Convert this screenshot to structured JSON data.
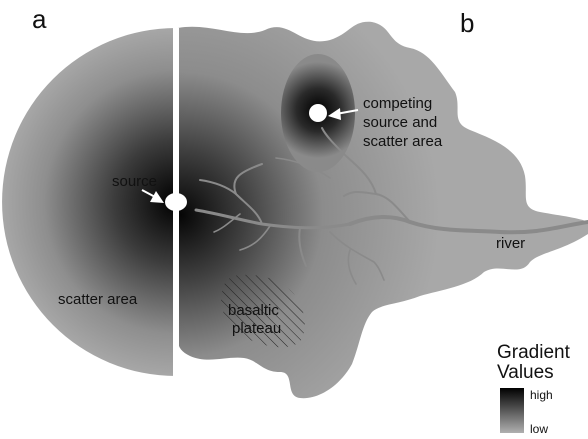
{
  "panels": {
    "left": "a",
    "right": "b"
  },
  "labels": {
    "source": "source",
    "competing": [
      "competing",
      "source and",
      "scatter area"
    ],
    "river": "river",
    "scatter_area": "scatter area",
    "basaltic": [
      "basaltic",
      "plateau"
    ]
  },
  "legend": {
    "title": [
      "Gradient",
      "Values"
    ],
    "high": "high",
    "low": "low"
  },
  "colors": {
    "background": "#ffffff",
    "field_low": "#a6a6a6",
    "field_high": "#000000",
    "divider": "#ffffff",
    "marker": "#ffffff",
    "river": "#8a8a8a",
    "text": "#111111"
  }
}
